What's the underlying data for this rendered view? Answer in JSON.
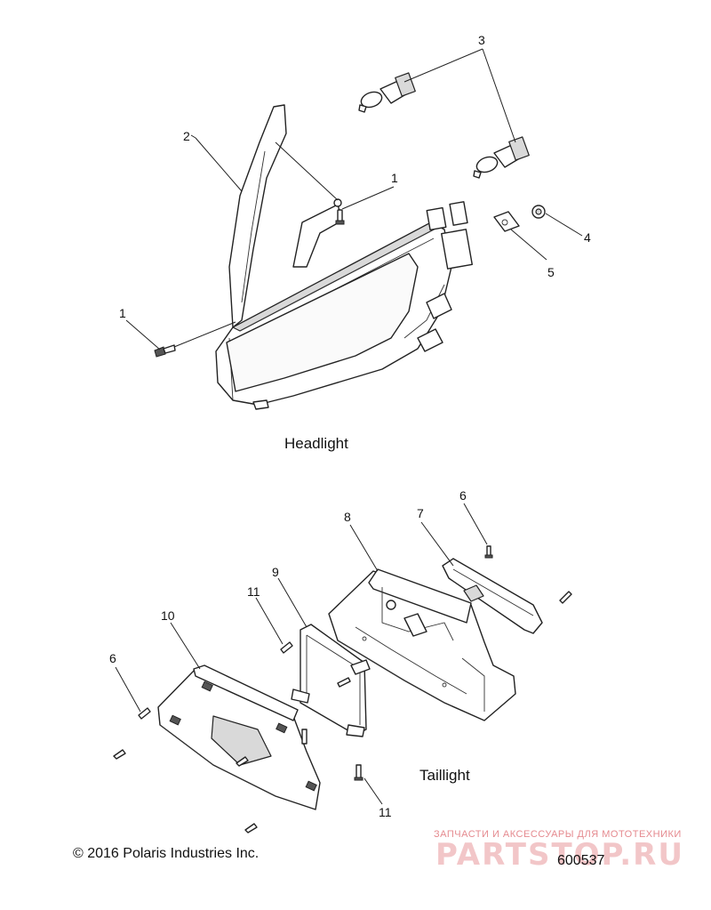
{
  "sections": {
    "headlight": "Headlight",
    "taillight": "Taillight"
  },
  "callouts": {
    "c1a": "1",
    "c1b": "1",
    "c2": "2",
    "c3": "3",
    "c4": "4",
    "c5": "5",
    "c6a": "6",
    "c6b": "6",
    "c7": "7",
    "c8": "8",
    "c9": "9",
    "c10": "10",
    "c11a": "11",
    "c11b": "11"
  },
  "footer": {
    "copyright": "© 2016 Polaris Industries Inc.",
    "drawing_number": "600537"
  },
  "watermark": {
    "tagline": "ЗАПЧАСТИ И АКСЕССУАРЫ ДЛЯ МОТОТЕХНИКИ",
    "logo": "PARTSTOP.RU"
  }
}
